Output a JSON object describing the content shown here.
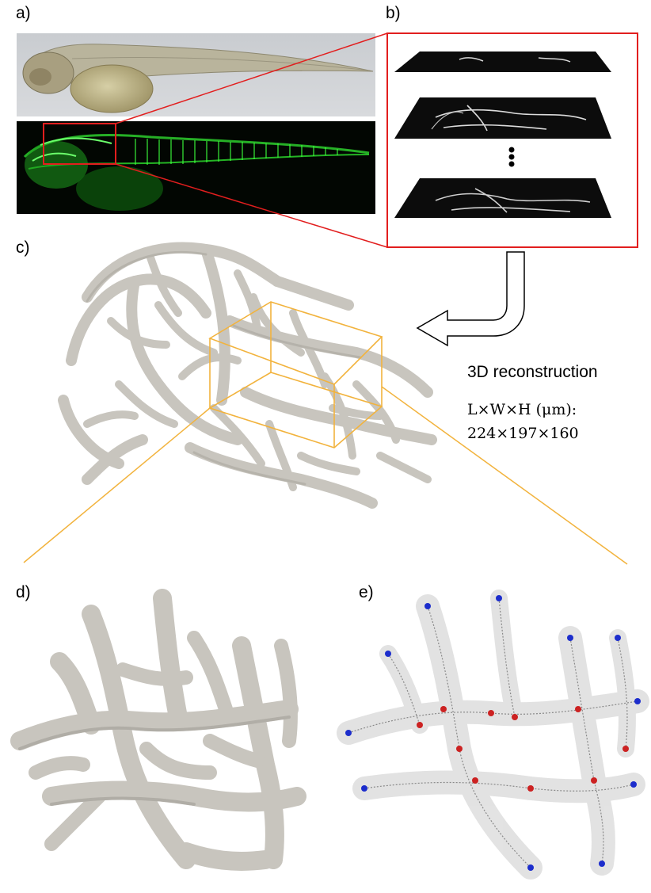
{
  "labels": {
    "a": "a)",
    "b": "b)",
    "c": "c)",
    "d": "d)",
    "e": "e)"
  },
  "reconstruction": {
    "title": "3D reconstruction",
    "dims_label": "L×W×H (μm):",
    "dims_value": "224×197×160"
  },
  "colors": {
    "zoom_box": "#e21e1e",
    "crop_box": "#f2b33d",
    "vessel_surface": "#c8c5be",
    "fluorescence": "#33ff33",
    "node_red": "#cc2222",
    "node_blue": "#1c2dcc"
  }
}
